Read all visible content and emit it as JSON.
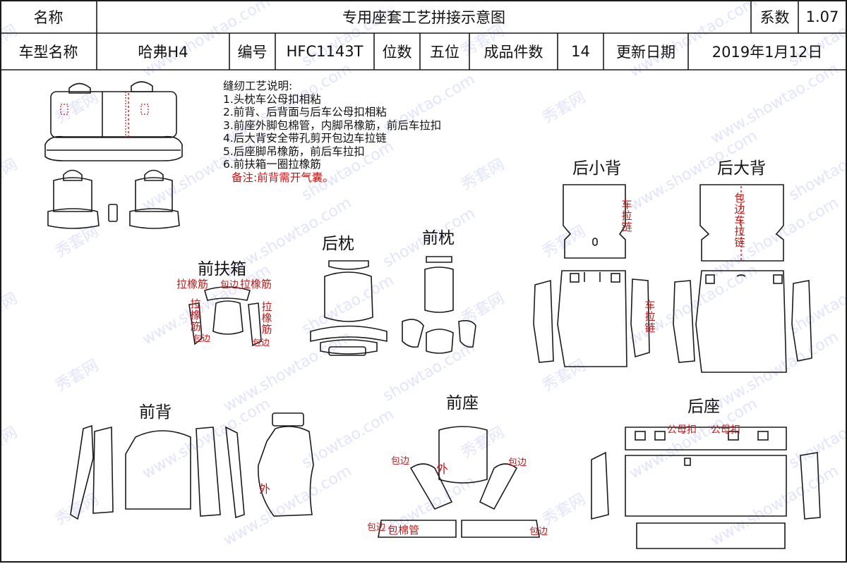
{
  "header": {
    "name_label": "名称",
    "title": "专用座套工艺拼接示意图",
    "coef_label": "系数",
    "coef_value": "1.07",
    "model_label": "车型名称",
    "model_value": "哈弗H4",
    "code_label": "编号",
    "code_value": "HFC1143T",
    "seats_label": "位数",
    "seats_value": "五位",
    "pieces_label": "成品件数",
    "pieces_value": "14",
    "update_label": "更新日期",
    "update_value": "2019年1月12日"
  },
  "notes": {
    "heading": "缝纫工艺说明:",
    "items": [
      "1.头枕车公母扣相粘",
      "2.前背、后背面与后车公母扣相粘",
      "3.前座外脚包棉管，内脚吊橡筋，前后车拉扣",
      "4.后大背安全带孔剪开包边车拉链",
      "5.后座脚吊橡筋，前后车拉扣",
      "6.前扶箱一圈拉橡筋"
    ],
    "remark": "备注:前背需开气囊。"
  },
  "sections": {
    "rear_small_back": "后小背",
    "rear_big_back": "后大背",
    "rear_pillow": "后枕",
    "front_pillow": "前枕",
    "front_armrest": "前扶箱",
    "front_back": "前背",
    "front_seat": "前座",
    "rear_seat": "后座"
  },
  "labels": {
    "pull_elastic": "拉橡筋",
    "edge_binding": "包边",
    "sew_zipper": "车拉链",
    "edge_sew_zipper": "包边车拉链",
    "outer": "外",
    "cotton_tube": "包棉管",
    "snap_fastener": "公母扣"
  },
  "watermark": {
    "brand_cn": "秀套网",
    "site": "www.showtao.com",
    "site_short": "showtao.com"
  },
  "colors": {
    "line": "#1a1a1a",
    "annotation_red": "#c01a1a",
    "watermark": "#9aa0ff"
  }
}
